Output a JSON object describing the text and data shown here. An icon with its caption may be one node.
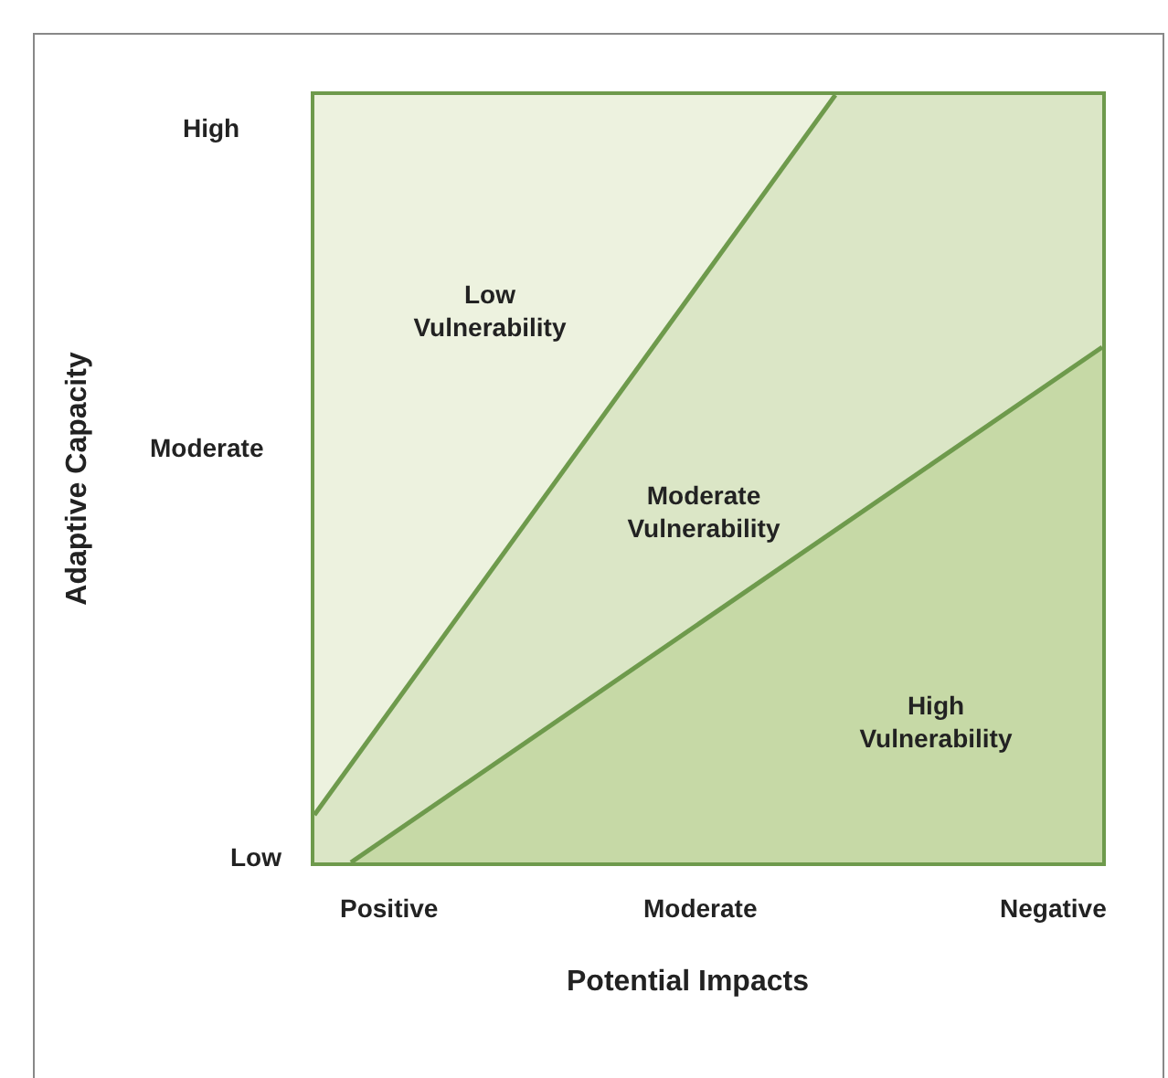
{
  "diagram": {
    "nodes": [
      {
        "text": [
          "Low Vulnerability"
        ]
      },
      {
        "text": [
          "Moderate Vulnerability"
        ]
      },
      {
        "text": [
          "High Vulnerability"
        ]
      }
    ],
    "labels": [
      "High",
      "Adaptive Capacity",
      "Moderate",
      "Low",
      "Positive",
      "Moderate",
      "Negative",
      "Potential Impacts"
    ]
  }
}
